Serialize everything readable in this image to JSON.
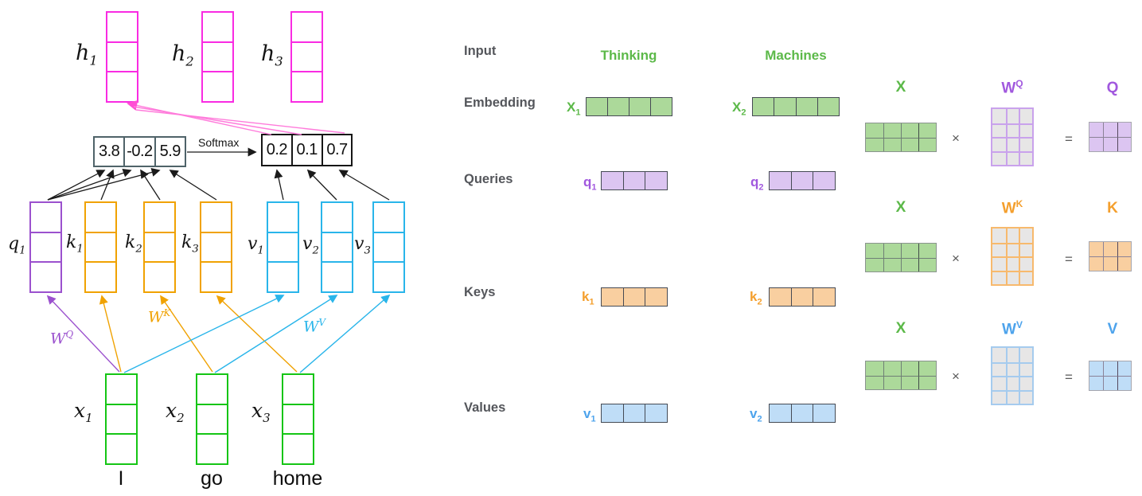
{
  "left_diagram": {
    "outputs": [
      {
        "base": "h",
        "sub": "1"
      },
      {
        "base": "h",
        "sub": "2"
      },
      {
        "base": "h",
        "sub": "3"
      }
    ],
    "scores": [
      "3.8",
      "-0.2",
      "5.9"
    ],
    "softmax_label": "Softmax",
    "attention_weights": [
      "0.2",
      "0.1",
      "0.7"
    ],
    "qkv_labels": [
      {
        "base": "q",
        "sub": "1"
      },
      {
        "base": "k",
        "sub": "1"
      },
      {
        "base": "k",
        "sub": "2"
      },
      {
        "base": "k",
        "sub": "3"
      },
      {
        "base": "v",
        "sub": "1"
      },
      {
        "base": "v",
        "sub": "2"
      },
      {
        "base": "v",
        "sub": "3"
      }
    ],
    "input_labels": [
      {
        "base": "x",
        "sub": "1"
      },
      {
        "base": "x",
        "sub": "2"
      },
      {
        "base": "x",
        "sub": "3"
      }
    ],
    "input_words": [
      "I",
      "go",
      "home"
    ],
    "weight_labels": [
      {
        "base": "W",
        "sup": "Q"
      },
      {
        "base": "W",
        "sup": "K"
      },
      {
        "base": "W",
        "sup": "V"
      }
    ]
  },
  "right_panel": {
    "row_labels": {
      "input": "Input",
      "embedding": "Embedding",
      "queries": "Queries",
      "keys": "Keys",
      "values": "Values"
    },
    "words": [
      "Thinking",
      "Machines"
    ],
    "embedding_tokens": [
      {
        "base": "X",
        "sub": "1"
      },
      {
        "base": "X",
        "sub": "2"
      }
    ],
    "query_tokens": [
      {
        "base": "q",
        "sub": "1"
      },
      {
        "base": "q",
        "sub": "2"
      }
    ],
    "key_tokens": [
      {
        "base": "k",
        "sub": "1"
      },
      {
        "base": "k",
        "sub": "2"
      }
    ],
    "value_tokens": [
      {
        "base": "v",
        "sub": "1"
      },
      {
        "base": "v",
        "sub": "2"
      }
    ],
    "equations": [
      {
        "operand": "X",
        "weight_base": "W",
        "weight_sup": "Q",
        "result": "Q"
      },
      {
        "operand": "X",
        "weight_base": "W",
        "weight_sup": "K",
        "result": "K"
      },
      {
        "operand": "X",
        "weight_base": "W",
        "weight_sup": "V",
        "result": "V"
      }
    ],
    "operators": {
      "times": "×",
      "equals": "="
    }
  },
  "colors": {
    "left_output": "#F92BE2",
    "left_query": "#9B51CE",
    "left_key": "#F0A202",
    "left_value": "#29B5EA",
    "left_input": "#15C515",
    "pink_arrow": "#FF7BDB",
    "right_label_gray": "#54565B",
    "right_green": "#5CB949",
    "right_green_fill": "#ACD99A",
    "right_purple": "#A158DE",
    "right_purple_fill": "#DCC5F1",
    "right_orange": "#F49F2D",
    "right_orange_fill": "#F9CFA0",
    "right_blue": "#4DA3EC",
    "right_blue_fill": "#BFDDF7",
    "weight_grid_fill": "#E7E6E6"
  }
}
